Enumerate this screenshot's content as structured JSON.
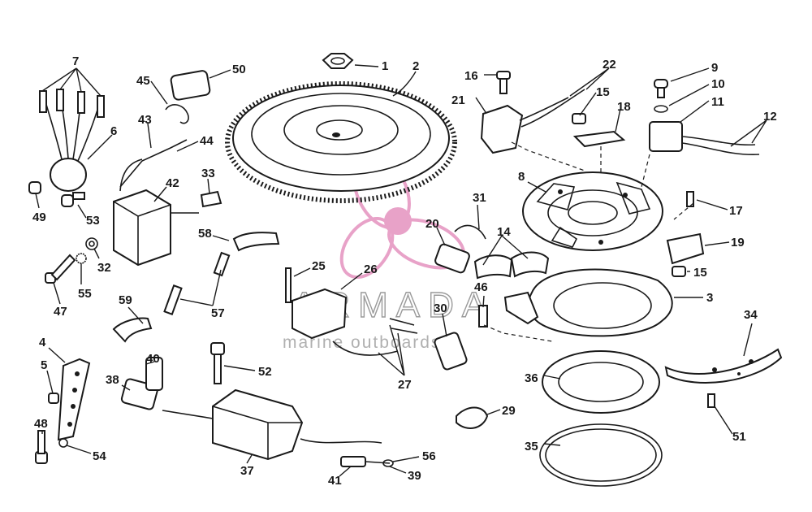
{
  "watermark": {
    "brand": "ARMADA",
    "tagline": "marine outboards",
    "logo": "propeller-logo",
    "logo_color": "#e8a2c8",
    "text_color": "#9a9a9a"
  },
  "callouts": [
    {
      "id": "c1",
      "n": "1"
    },
    {
      "id": "c2",
      "n": "2"
    },
    {
      "id": "c3",
      "n": "3"
    },
    {
      "id": "c4",
      "n": "4"
    },
    {
      "id": "c5",
      "n": "5"
    },
    {
      "id": "c6",
      "n": "6"
    },
    {
      "id": "c7",
      "n": "7"
    },
    {
      "id": "c8",
      "n": "8"
    },
    {
      "id": "c9",
      "n": "9"
    },
    {
      "id": "c10",
      "n": "10"
    },
    {
      "id": "c11",
      "n": "11"
    },
    {
      "id": "c12",
      "n": "12"
    },
    {
      "id": "c14",
      "n": "14"
    },
    {
      "id": "c15a",
      "n": "15"
    },
    {
      "id": "c15b",
      "n": "15"
    },
    {
      "id": "c16",
      "n": "16"
    },
    {
      "id": "c17",
      "n": "17"
    },
    {
      "id": "c18",
      "n": "18"
    },
    {
      "id": "c19",
      "n": "19"
    },
    {
      "id": "c20",
      "n": "20"
    },
    {
      "id": "c21",
      "n": "21"
    },
    {
      "id": "c22",
      "n": "22"
    },
    {
      "id": "c25",
      "n": "25"
    },
    {
      "id": "c26",
      "n": "26"
    },
    {
      "id": "c27",
      "n": "27"
    },
    {
      "id": "c29",
      "n": "29"
    },
    {
      "id": "c30",
      "n": "30"
    },
    {
      "id": "c31",
      "n": "31"
    },
    {
      "id": "c32",
      "n": "32"
    },
    {
      "id": "c33",
      "n": "33"
    },
    {
      "id": "c34",
      "n": "34"
    },
    {
      "id": "c35",
      "n": "35"
    },
    {
      "id": "c36",
      "n": "36"
    },
    {
      "id": "c37",
      "n": "37"
    },
    {
      "id": "c38",
      "n": "38"
    },
    {
      "id": "c39",
      "n": "39"
    },
    {
      "id": "c40",
      "n": "40"
    },
    {
      "id": "c41",
      "n": "41"
    },
    {
      "id": "c42",
      "n": "42"
    },
    {
      "id": "c43",
      "n": "43"
    },
    {
      "id": "c44",
      "n": "44"
    },
    {
      "id": "c45",
      "n": "45"
    },
    {
      "id": "c46",
      "n": "46"
    },
    {
      "id": "c47",
      "n": "47"
    },
    {
      "id": "c48",
      "n": "48"
    },
    {
      "id": "c49",
      "n": "49"
    },
    {
      "id": "c50",
      "n": "50"
    },
    {
      "id": "c51",
      "n": "51"
    },
    {
      "id": "c52",
      "n": "52"
    },
    {
      "id": "c53",
      "n": "53"
    },
    {
      "id": "c54",
      "n": "54"
    },
    {
      "id": "c55",
      "n": "55"
    },
    {
      "id": "c56",
      "n": "56"
    },
    {
      "id": "c57",
      "n": "57"
    },
    {
      "id": "c58",
      "n": "58"
    },
    {
      "id": "c59",
      "n": "59"
    }
  ]
}
